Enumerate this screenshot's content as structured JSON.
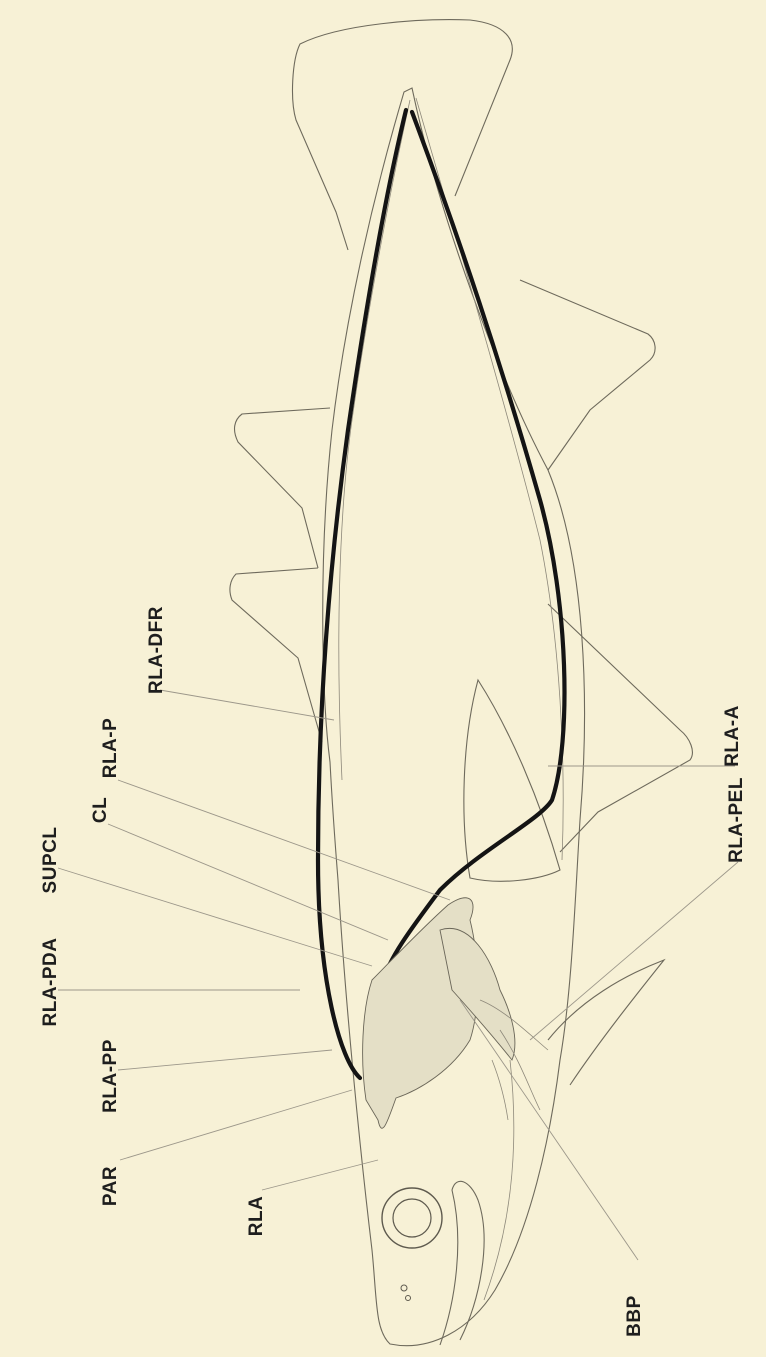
{
  "labels": {
    "rla_pda": "RLA-PDA",
    "supcl": "SUPCL",
    "cl": "CL",
    "rla_p": "RLA-P",
    "rla_dfr": "RLA-DFR",
    "rla_pp": "RLA-PP",
    "par": "PAR",
    "rla": "RLA",
    "bbp": "BBP",
    "rla_pel": "RLA-PEL",
    "rla_a": "RLA-A"
  }
}
